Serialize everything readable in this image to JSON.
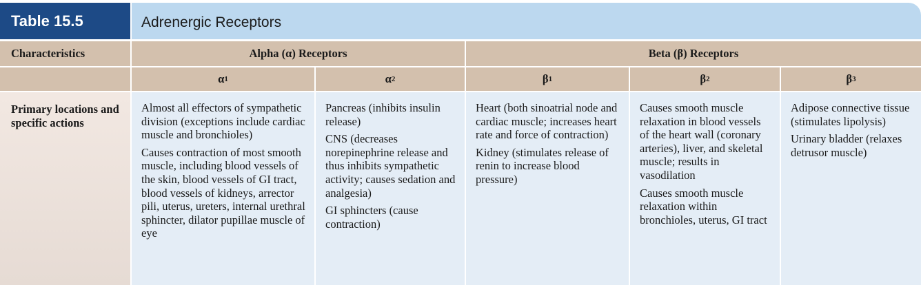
{
  "title": {
    "number": "Table 15.5",
    "text": "Adrenergic Receptors"
  },
  "header": {
    "characteristics": "Characteristics",
    "alpha_group": "Alpha (α) Receptors",
    "beta_group": "Beta (β) Receptors",
    "sub": [
      {
        "symbol": "α",
        "index": "1"
      },
      {
        "symbol": "α",
        "index": "2"
      },
      {
        "symbol": "β",
        "index": "1"
      },
      {
        "symbol": "β",
        "index": "2"
      },
      {
        "symbol": "β",
        "index": "3"
      }
    ]
  },
  "row": {
    "label": "Primary locations and specific actions",
    "cells": [
      [
        "Almost all effectors of sympathetic division (exceptions include cardiac muscle and bronchioles)",
        "Causes contraction of most smooth muscle, including blood vessels of the skin, blood vessels of GI tract, blood vessels of kidneys, arrector pili, uterus, ureters, internal urethral sphincter, dilator pupillae muscle of eye"
      ],
      [
        "Pancreas (inhibits insulin release)",
        "CNS (decreases norepinephrine release and thus inhibits sympathetic activity; causes sedation and analgesia)",
        "GI sphincters (cause contraction)"
      ],
      [
        "Heart (both sinoatrial node and cardiac muscle; increases heart rate and force of contraction)",
        "Kidney (stimulates release of renin to increase blood pressure)"
      ],
      [
        "Causes smooth muscle relaxation in blood vessels of the heart wall (coronary arteries), liver, and skeletal muscle; results in vasodilation",
        "Causes smooth muscle relaxation within bronchioles, uterus, GI tract"
      ],
      [
        "Adipose connective tissue (stimulates lipolysis)",
        "Urinary bladder (relaxes detrusor muscle)"
      ]
    ]
  },
  "colors": {
    "title_dark": "#1d4a86",
    "title_light": "#bcd8ef",
    "header_tan": "#d3c0ad",
    "body_blue": "#e4edf6",
    "label_pink": "#ece1db"
  }
}
